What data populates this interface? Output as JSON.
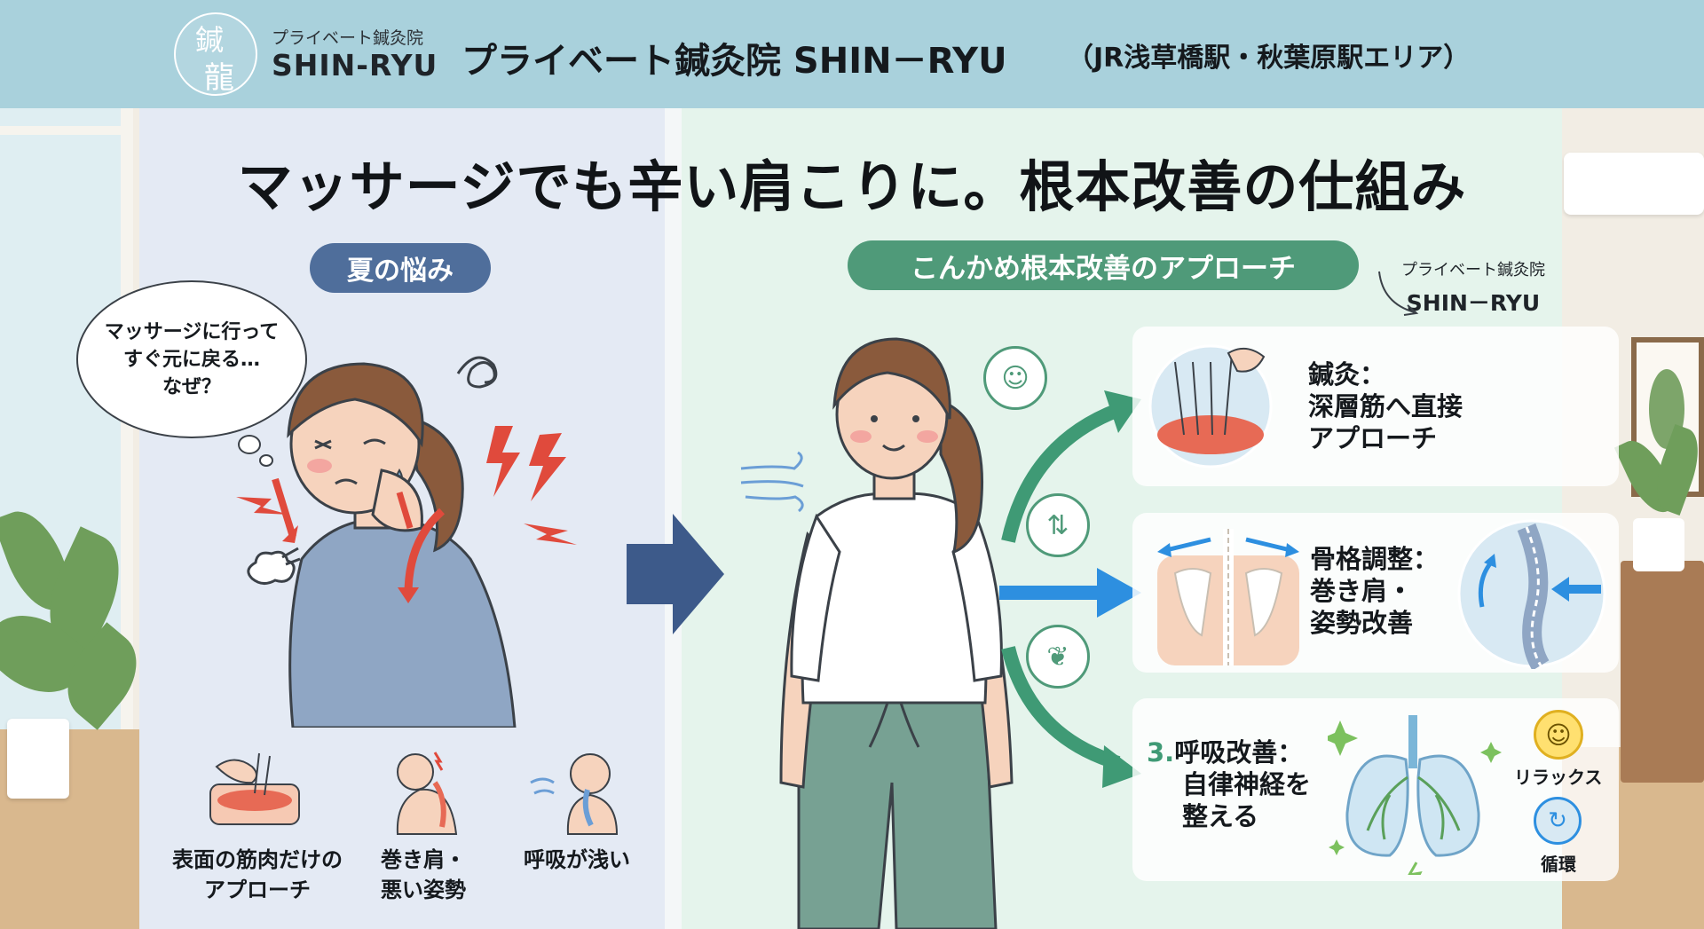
{
  "header": {
    "logo_mark_1": "鍼",
    "logo_mark_2": "龍",
    "logo_subtitle": "プライベート鍼灸院",
    "logo_name": "SHIN-RYU",
    "title": "プライベート鍼灸院 SHIN－RYU",
    "area": "（JR浅草橋駅・秋葉原駅エリア）"
  },
  "main_title": "マッサージでも辛い肩こりに。根本改善の仕組み",
  "left_panel": {
    "heading": "夏の悩み",
    "thought_lines": [
      "マッサージに行って",
      "すぐ元に戻る…",
      "なぜ？"
    ],
    "causes": [
      {
        "line1": "表面の筋肉だけの",
        "line2": "アプローチ"
      },
      {
        "line1": "巻き肩・",
        "line2": "悪い姿勢"
      },
      {
        "line1": "呼吸が浅い",
        "line2": ""
      }
    ]
  },
  "right_panel": {
    "heading": "こんかめ根本改善のアプローチ",
    "clinic_small": "プライベート鍼灸院",
    "clinic_name": "SHIN－RYU",
    "cards": [
      {
        "lines": [
          "鍼灸：",
          "深層筋へ直接",
          "アプローチ"
        ]
      },
      {
        "lines": [
          "骨格調整：",
          "巻き肩・",
          "姿勢改善"
        ]
      },
      {
        "number": "3.",
        "lines": [
          "呼吸改善：",
          "自律神経を",
          "整える"
        ]
      }
    ],
    "relax_label": "リラックス",
    "circulation_label": "循環"
  },
  "colors": {
    "header_bg": "#a9d1dc",
    "left_accent": "#4f6e9b",
    "right_accent": "#4f9a79",
    "arrow_blue": "#3d5a8a",
    "pain_red": "#e04a3c"
  },
  "icons": [
    "smile-hand-icon",
    "spine-icon",
    "leaf-icon",
    "pain-bolt-icon",
    "wind-icon",
    "lungs-icon",
    "smiley-icon",
    "cycle-icon"
  ]
}
